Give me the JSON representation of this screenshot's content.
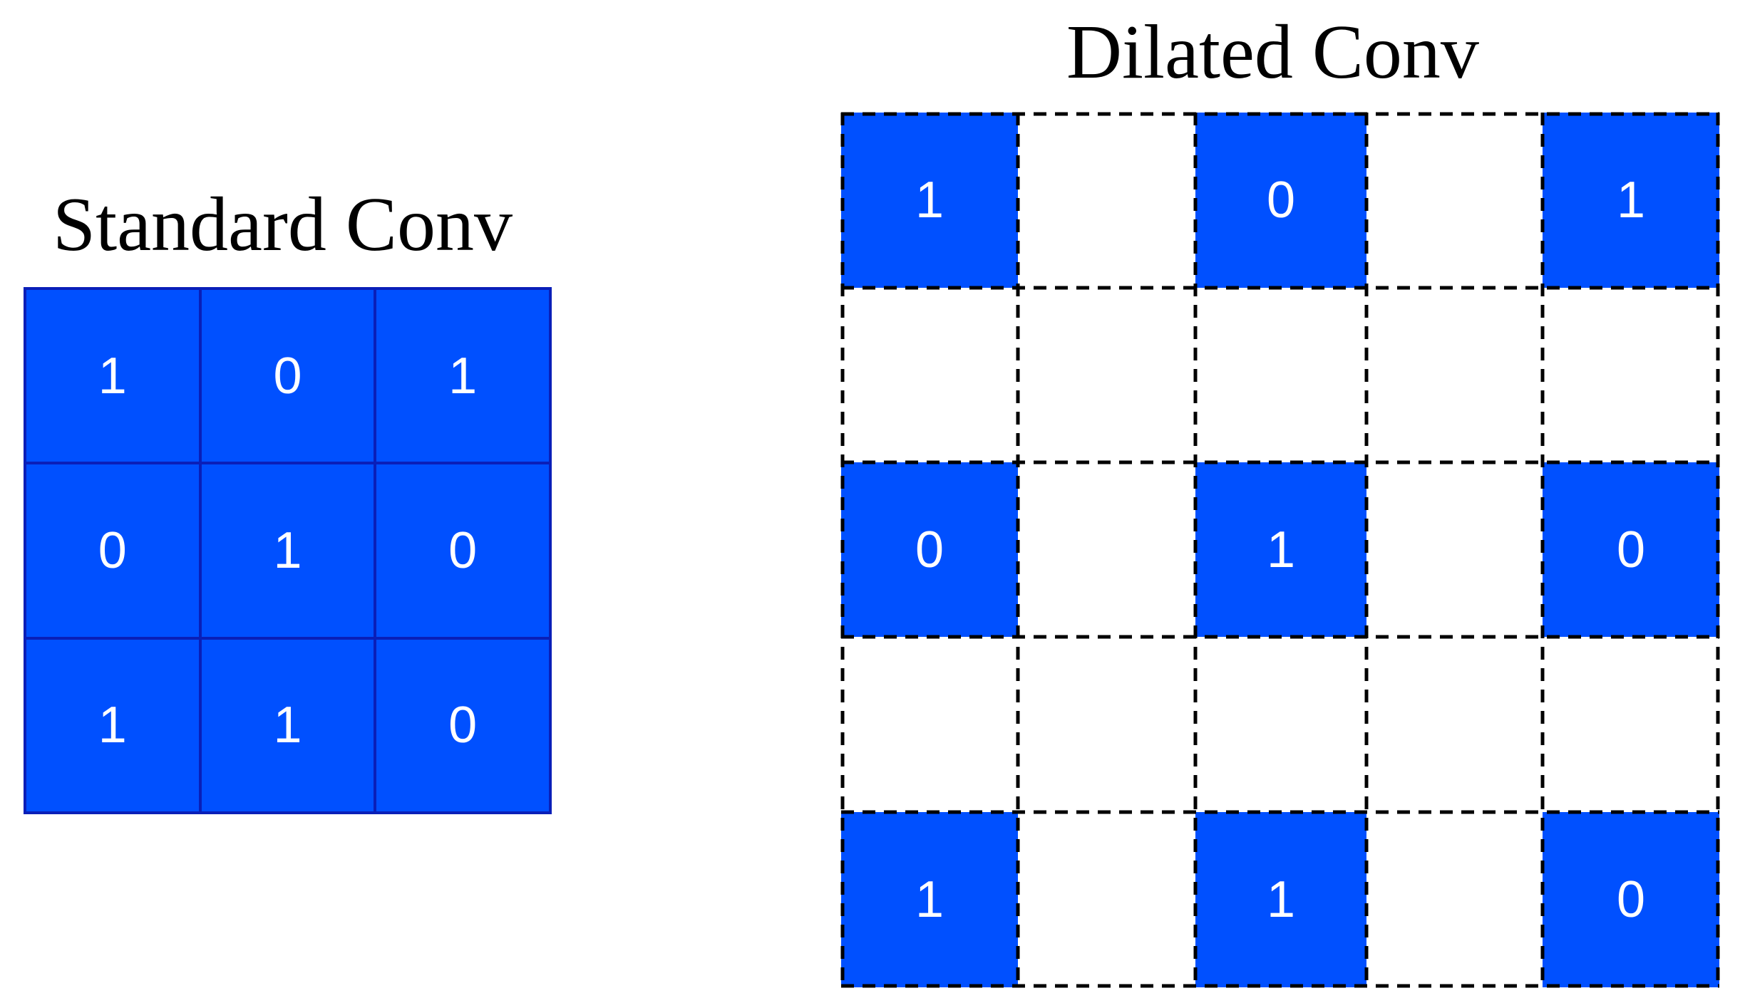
{
  "standard": {
    "title": "Standard Conv",
    "cells": [
      "1",
      "0",
      "1",
      "0",
      "1",
      "0",
      "1",
      "1",
      "0"
    ]
  },
  "dilated": {
    "title": "Dilated Conv",
    "cells": [
      "1",
      "0",
      "1",
      "0",
      "1",
      "0",
      "1",
      "1",
      "0"
    ]
  },
  "colors": {
    "cell_fill": "#0050ff",
    "cell_border": "#0a1fb8",
    "cell_text": "#ffffff",
    "dashed_line": "#000000"
  }
}
